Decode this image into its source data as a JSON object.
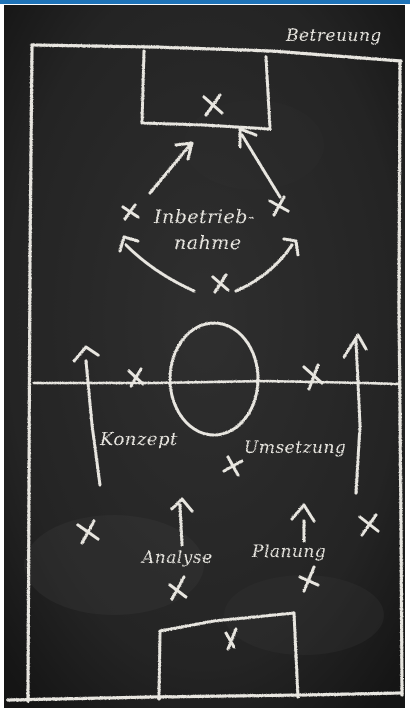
{
  "diagram": {
    "corner_label": "Betreuung",
    "phases": {
      "inbetrieb_line1": "Inbetrieb-",
      "inbetrieb_line2": "nahme",
      "konzept": "Konzept",
      "umsetzung": "Umsetzung",
      "analyse": "Analyse",
      "planung": "Planung"
    }
  },
  "colors": {
    "chalkboard": "#262626",
    "chalk": "#e8e6e0",
    "top_bar": "#1e73b8"
  }
}
